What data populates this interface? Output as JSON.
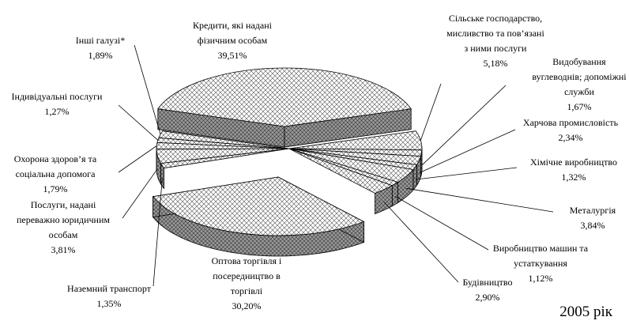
{
  "chart_data": {
    "type": "pie",
    "title": "2005 рік",
    "slices": [
      {
        "label": [
          "Кредити, які надані",
          "фізичним особам"
        ],
        "pct": "39,51%",
        "value": 39.51
      },
      {
        "label": [
          "Сільське господарство,",
          "мисливство та пов’язані",
          "з ними послуги"
        ],
        "pct": "5,18%",
        "value": 5.18
      },
      {
        "label": [
          "Видобування",
          "вуглеводнів; допоміжні",
          "служби"
        ],
        "pct": "1,67%",
        "value": 1.67
      },
      {
        "label": [
          "Харчова промисловість"
        ],
        "pct": "2,34%",
        "value": 2.34
      },
      {
        "label": [
          "Хімічне виробництво"
        ],
        "pct": "1,32%",
        "value": 1.32
      },
      {
        "label": [
          "Металургія"
        ],
        "pct": "3,84%",
        "value": 3.84
      },
      {
        "label": [
          "Виробництво машин та",
          "устаткування"
        ],
        "pct": "1,12%",
        "value": 1.12
      },
      {
        "label": [
          "Будівництво"
        ],
        "pct": "2,90%",
        "value": 2.9
      },
      {
        "label": [
          "Оптова торгівля і",
          "посередництво в",
          "торгівлі"
        ],
        "pct": "30,20%",
        "value": 30.2
      },
      {
        "label": [
          "Наземний транспорт"
        ],
        "pct": "1,35%",
        "value": 1.35
      },
      {
        "label": [
          "Послуги, надані",
          "переважно юридичним",
          "особам"
        ],
        "pct": "3,81%",
        "value": 3.81
      },
      {
        "label": [
          "Охорона здоров’я та",
          "соціальна допомога"
        ],
        "pct": "1,79%",
        "value": 1.79
      },
      {
        "label": [
          "Індивідуальні послуги"
        ],
        "pct": "1,27%",
        "value": 1.27
      },
      {
        "label": [
          "Інші галузі*"
        ],
        "pct": "1,89%",
        "value": 1.89
      }
    ]
  }
}
